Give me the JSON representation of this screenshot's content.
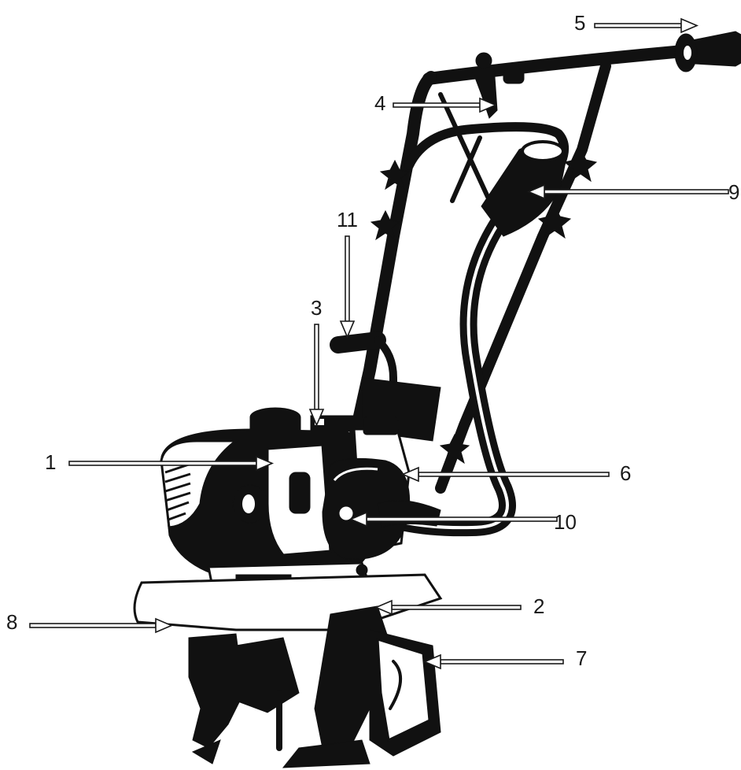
{
  "figure": {
    "background": "#ffffff",
    "ink_color": "#111111",
    "callouts": [
      {
        "number": "1",
        "part": "engine-cover"
      },
      {
        "number": "2",
        "part": "tine-shield"
      },
      {
        "number": "3",
        "part": "choke-lever"
      },
      {
        "number": "4",
        "part": "throttle-lever"
      },
      {
        "number": "5",
        "part": "handle-grip"
      },
      {
        "number": "6",
        "part": "fuel-tank"
      },
      {
        "number": "7",
        "part": "tines"
      },
      {
        "number": "8",
        "part": "front-shield"
      },
      {
        "number": "9",
        "part": "handlebar-knob"
      },
      {
        "number": "10",
        "part": "starter-handle"
      },
      {
        "number": "11",
        "part": "carry-handle"
      }
    ]
  }
}
